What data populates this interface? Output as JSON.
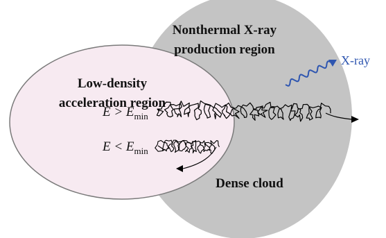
{
  "diagram": {
    "regions": {
      "acceleration": {
        "label_line1": "Low-density",
        "label_line2": "acceleration region",
        "fill": "#f7eaf1",
        "stroke": "#7a7a7a"
      },
      "cloud": {
        "label": "Dense cloud",
        "fill": "#c4c4c4"
      },
      "xray_production": {
        "label_line1": "Nonthermal X-ray",
        "label_line2": "production region"
      }
    },
    "conditions": {
      "high": {
        "lhs": "E > E",
        "sub": "min"
      },
      "low": {
        "lhs": "E < E",
        "sub": "min"
      }
    },
    "xray": {
      "label": "X-ray",
      "color": "#2f56b0"
    }
  }
}
